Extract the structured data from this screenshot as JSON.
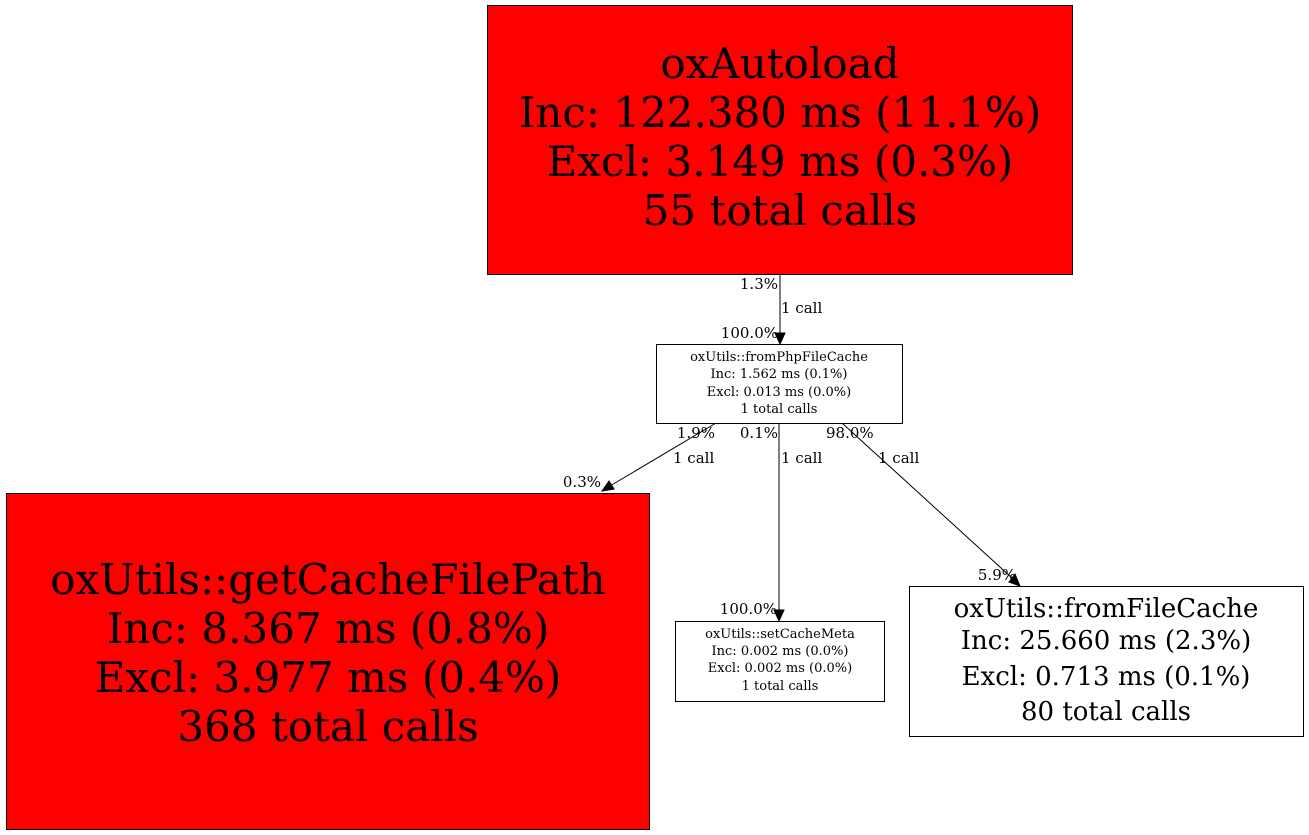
{
  "colors": {
    "hot": "#ff0000",
    "normal": "#ffffff",
    "stroke": "#000000"
  },
  "nodes": {
    "oxautoload": {
      "name": "oxAutoload",
      "inc": "Inc: 122.380 ms (11.1%)",
      "excl": "Excl: 3.149 ms (0.3%)",
      "calls": "55 total calls",
      "highlighted": true
    },
    "fromphpfilecache": {
      "name": "oxUtils::fromPhpFileCache",
      "inc": "Inc: 1.562 ms (0.1%)",
      "excl": "Excl: 0.013 ms (0.0%)",
      "calls": "1 total calls",
      "highlighted": false
    },
    "getcachefilepath": {
      "name": "oxUtils::getCacheFilePath",
      "inc": "Inc: 8.367 ms (0.8%)",
      "excl": "Excl: 3.977 ms (0.4%)",
      "calls": "368 total calls",
      "highlighted": true
    },
    "setcachemeta": {
      "name": "oxUtils::setCacheMeta",
      "inc": "Inc: 0.002 ms (0.0%)",
      "excl": "Excl: 0.002 ms (0.0%)",
      "calls": "1 total calls",
      "highlighted": false
    },
    "fromfilecache": {
      "name": "oxUtils::fromFileCache",
      "inc": "Inc: 25.660 ms (2.3%)",
      "excl": "Excl: 0.713 ms (0.1%)",
      "calls": "80 total calls",
      "highlighted": false
    }
  },
  "edges": {
    "autoload_to_fromphp": {
      "tail_pct": "1.3%",
      "head_pct": "100.0%",
      "calls": "1 call"
    },
    "fromphp_to_getcache": {
      "tail_pct": "1.9%",
      "head_pct": "0.3%",
      "calls": "1 call"
    },
    "fromphp_to_setmeta": {
      "tail_pct": "0.1%",
      "head_pct": "100.0%",
      "calls": "1 call"
    },
    "fromphp_to_fromfile": {
      "tail_pct": "98.0%",
      "head_pct": "5.9%",
      "calls": "1 call"
    }
  }
}
